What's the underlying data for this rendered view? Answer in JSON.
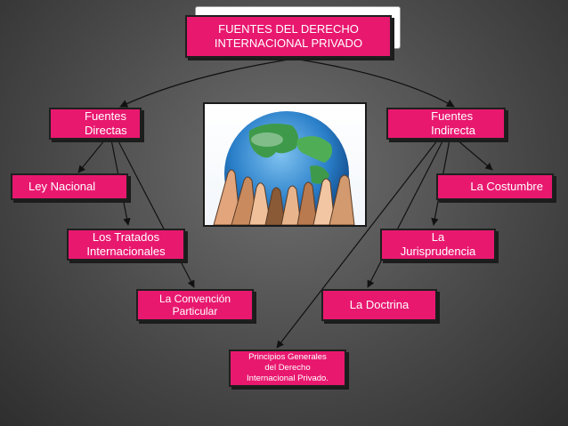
{
  "title": "FUENTES DEL DERECHO\nINTERNACIONAL PRIVADO",
  "nodes": {
    "fuentes_directas": "Fuentes\nDirectas",
    "fuentes_indirecta": "Fuentes\nIndirecta",
    "ley_nacional": "Ley Nacional",
    "la_costumbre": "La Costumbre",
    "los_tratados": "Los Tratados\nInternacionales",
    "la_jurisprudencia": "La\nJurisprudencia",
    "la_convencion": "La Convención\nParticular",
    "la_doctrina": "La Doctrina",
    "principios_generales": "Principios Generales\ndel Derecho\nInternacional Privado."
  },
  "colors": {
    "node_fill": "#e8186f",
    "node_text": "#ffffff",
    "edge": "#111111"
  },
  "image": {
    "icon": "globe-with-hands-icon"
  }
}
